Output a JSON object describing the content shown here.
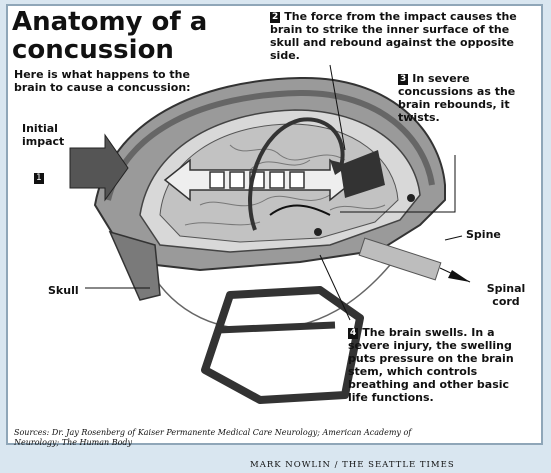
{
  "title": "Anatomy of a concussion",
  "intro": "Here is what happens to the brain to cause a concussion:",
  "steps": [
    {
      "num": "1",
      "text": ""
    },
    {
      "num": "2",
      "text": "The force from the impact causes the brain to strike the inner surface of the skull and rebound against the opposite side."
    },
    {
      "num": "3",
      "text": "In severe concussions as the brain rebounds, it twists."
    },
    {
      "num": "4",
      "text": "The brain swells. In a severe injury, the swelling puts pressure on the brain stem, which controls breathing and other basic life functions."
    }
  ],
  "labels": {
    "impact": "Initial impact",
    "skull": "Skull",
    "spine": "Spine",
    "spinal_cord": "Spinal cord"
  },
  "sources": "Sources: Dr. Jay Rosenberg of Kaiser Permanente Medical Care Neurology; American Academy of Neurology; The Human Body",
  "credit": "MARK NOWLIN / THE SEATTLE TIMES",
  "colors": {
    "background": "#d9e6f0",
    "helmet": "#8a8a8a",
    "brain": "#c9c9c9",
    "arrow": "#555555",
    "ink": "#111111"
  }
}
